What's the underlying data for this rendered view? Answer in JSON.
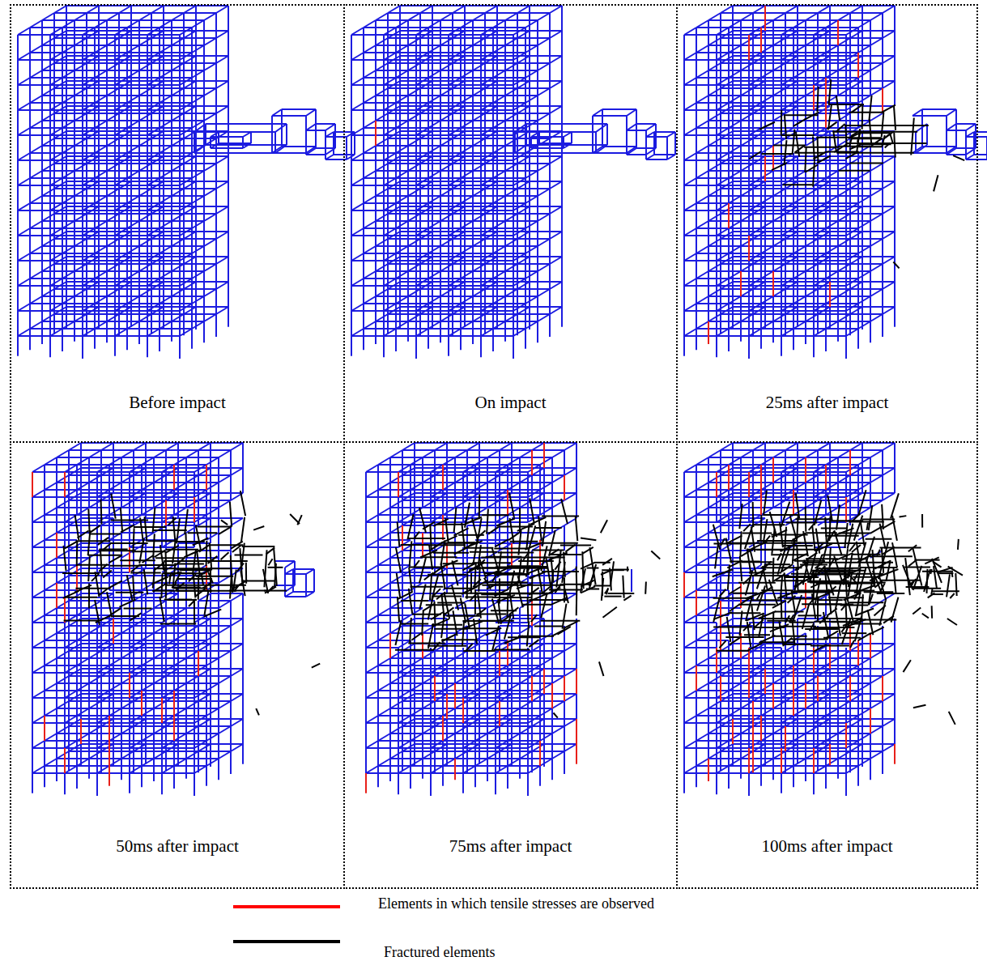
{
  "diagram": {
    "nodes": [
      {
        "text": [
          "Before impact"
        ]
      },
      {
        "text": [
          "On impact"
        ]
      },
      {
        "text": [
          "25ms after impact"
        ]
      },
      {
        "text": [
          "50ms after impact"
        ]
      },
      {
        "text": [
          "75ms after impact"
        ]
      },
      {
        "text": [
          "100ms after impact"
        ]
      }
    ],
    "edges": [],
    "legend": [
      {
        "text": "Elements in which tensile stresses are observed",
        "color": "#ff0000"
      },
      {
        "text": "Fractured elements",
        "color": "#000000"
      }
    ]
  }
}
